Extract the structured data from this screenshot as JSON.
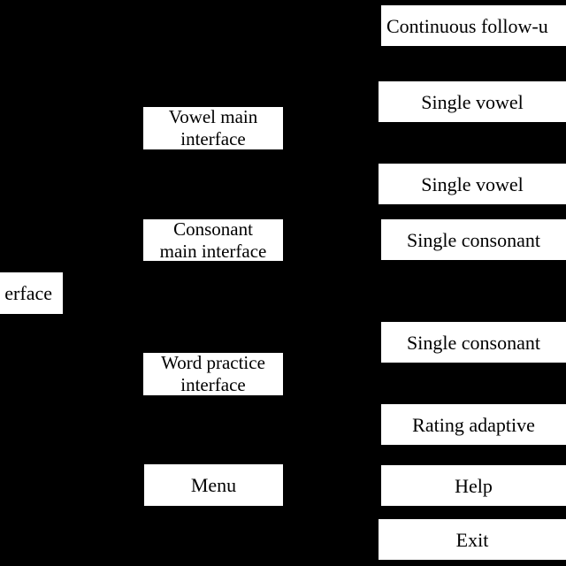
{
  "nodes": {
    "root": "erface",
    "vowel_main": "Vowel main\ninterface",
    "consonant_main": "Consonant\nmain interface",
    "word_practice": "Word practice\ninterface",
    "menu": "Menu",
    "continuous": "Continuous follow-u",
    "single_vowel_1": "Single vowel",
    "single_vowel_2": "Single vowel",
    "single_consonant_1": "Single consonant",
    "single_consonant_2": "Single consonant",
    "rating_adaptive": "Rating adaptive",
    "help": "Help",
    "exit": "Exit"
  },
  "colors": {
    "background": "#000000",
    "node_fill": "#ffffff",
    "text": "#000000"
  }
}
